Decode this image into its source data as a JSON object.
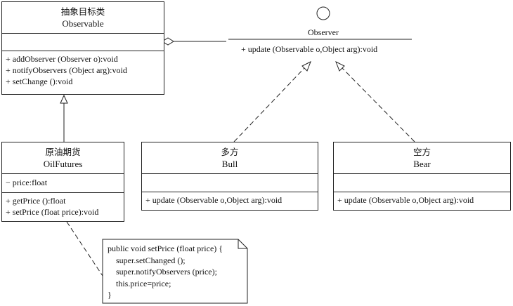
{
  "observable": {
    "cn": "抽象目标类",
    "en": "Observable",
    "ops": [
      "+ addObserver (Observer o):void",
      "+ notifyObservers (Object arg):void",
      "+ setChange ():void"
    ]
  },
  "observer": {
    "name": "Observer",
    "op": "+ update (Observable o,Object arg):void"
  },
  "oilfutures": {
    "cn": "原油期货",
    "en": "OilFutures",
    "attrs": [
      "− price:float"
    ],
    "ops": [
      "+ getPrice ():float",
      "+ setPrice (float price):void"
    ]
  },
  "bull": {
    "cn": "多方",
    "en": "Bull",
    "op": "+ update (Observable o,Object arg):void"
  },
  "bear": {
    "cn": "空方",
    "en": "Bear",
    "op": "+ update (Observable o,Object arg):void"
  },
  "note": {
    "lines": [
      "public void setPrice (float price) {",
      "    super.setChanged ();",
      "    super.notifyObservers (price);",
      "    this.price=price;",
      "}"
    ]
  }
}
